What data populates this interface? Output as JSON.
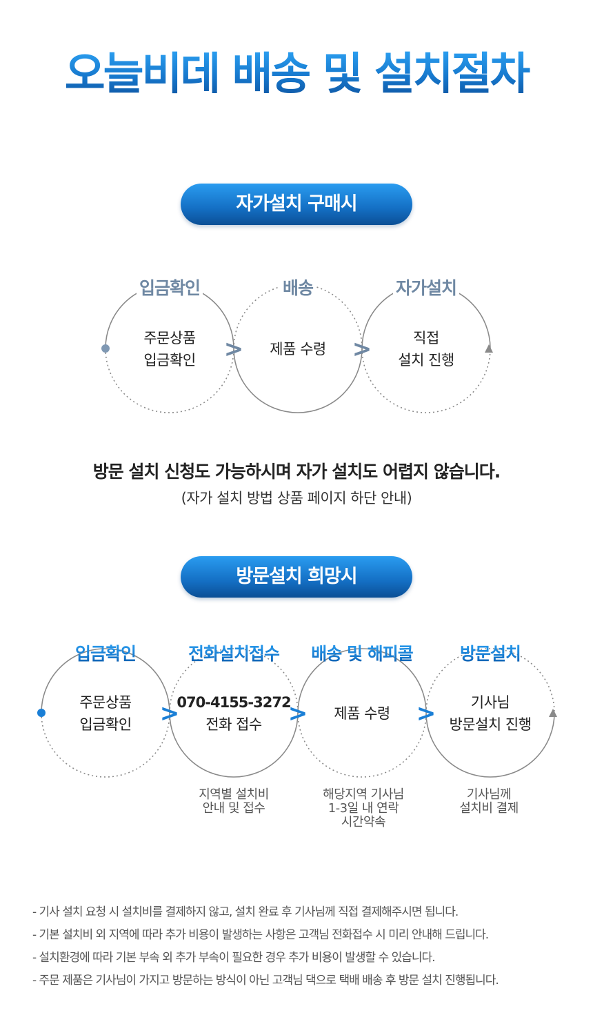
{
  "title": "오늘비데 배송 및 설치절차",
  "self_install": {
    "pill": "자가설치 구매시",
    "steps": [
      {
        "label": "입금확인",
        "text1": "주문상품",
        "text2": "입금확인"
      },
      {
        "label": "배송",
        "text1": "제품 수령",
        "text2": ""
      },
      {
        "label": "자가설치",
        "text1": "직접",
        "text2": "설치 진행"
      }
    ],
    "arrow": ">",
    "message": "방문 설치 신청도 가능하시며 자가 설치도 어렵지 않습니다.",
    "sub_message": "(자가 설치 방법 상품 페이지 하단 안내)"
  },
  "visit_install": {
    "pill": "방문설치 희망시",
    "steps": [
      {
        "label": "입금확인",
        "text1": "주문상품",
        "text2": "입금확인",
        "below1": "",
        "below2": "",
        "below3": ""
      },
      {
        "label": "전화설치접수",
        "text1": "070-4155-3272",
        "text2": "전화 접수",
        "below1": "지역별 설치비",
        "below2": "안내 및 접수",
        "below3": ""
      },
      {
        "label": "배송 및 해피콜",
        "text1": "제품 수령",
        "text2": "",
        "below1": "해당지역 기사님",
        "below2": "1-3일 내 연락",
        "below3": "시간약속"
      },
      {
        "label": "방문설치",
        "text1": "기사님",
        "text2": "방문설치 진행",
        "below1": "기사님께",
        "below2": "설치비 결제",
        "below3": ""
      }
    ],
    "arrow": ">"
  },
  "notes": [
    "- 기사 설치 요청 시 설치비를 결제하지 않고, 설치 완료 후 기사님께 직접 결제해주시면 됩니다.",
    "- 기본 설치비 외 지역에 따라 추가 비용이 발생하는 사항은 고객님 전화접수 시 미리 안내해 드립니다.",
    "- 설치환경에 따라 기본 부속 외 추가 부속이 필요한 경우 추가 비용이 발생할 수 있습니다.",
    "- 주문 제품은 기사님이 가지고 방문하는 방식이 아닌 고객님 댁으로 택배 배송 후 방문 설치 진행됩니다."
  ],
  "colors": {
    "accent_blue": "#1a7fd6",
    "label_gray": "#6f88a3",
    "circle_stroke": "#8a8a8a"
  }
}
